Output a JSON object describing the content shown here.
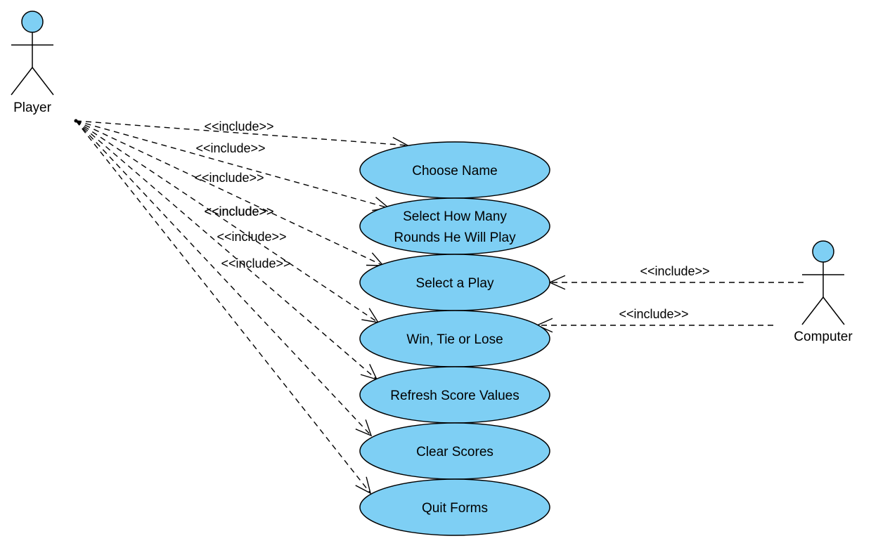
{
  "colors": {
    "fill": "#7ecff4",
    "stroke": "#000000",
    "background": "#ffffff"
  },
  "actors": [
    {
      "id": "player",
      "label": "Player"
    },
    {
      "id": "computer",
      "label": "Computer"
    }
  ],
  "use_cases": [
    {
      "id": "choose-name",
      "lines": [
        "Choose Name"
      ]
    },
    {
      "id": "select-rounds",
      "lines": [
        "Select How Many",
        "Rounds He Will Play"
      ]
    },
    {
      "id": "select-play",
      "lines": [
        "Select a Play"
      ]
    },
    {
      "id": "win-tie-lose",
      "lines": [
        "Win, Tie or Lose"
      ]
    },
    {
      "id": "refresh-scores",
      "lines": [
        "Refresh Score Values"
      ]
    },
    {
      "id": "clear-scores",
      "lines": [
        "Clear Scores"
      ]
    },
    {
      "id": "quit-forms",
      "lines": [
        "Quit Forms"
      ]
    }
  ],
  "relationships": [
    {
      "from": "player",
      "to": "choose-name",
      "stereotype": "<<include>>"
    },
    {
      "from": "player",
      "to": "select-rounds",
      "stereotype": "<<include>>"
    },
    {
      "from": "player",
      "to": "select-play",
      "stereotype": "<<include>>"
    },
    {
      "from": "player",
      "to": "win-tie-lose",
      "stereotype": "<<include>>"
    },
    {
      "from": "player",
      "to": "refresh-scores",
      "stereotype": "<<include>>"
    },
    {
      "from": "player",
      "to": "clear-scores",
      "stereotype": "<<include>>"
    },
    {
      "from": "player",
      "to": "quit-forms",
      "stereotype": "<<include>>"
    },
    {
      "from": "computer",
      "to": "select-play",
      "stereotype": "<<include>>"
    },
    {
      "from": "computer",
      "to": "win-tie-lose",
      "stereotype": "<<include>>"
    }
  ]
}
